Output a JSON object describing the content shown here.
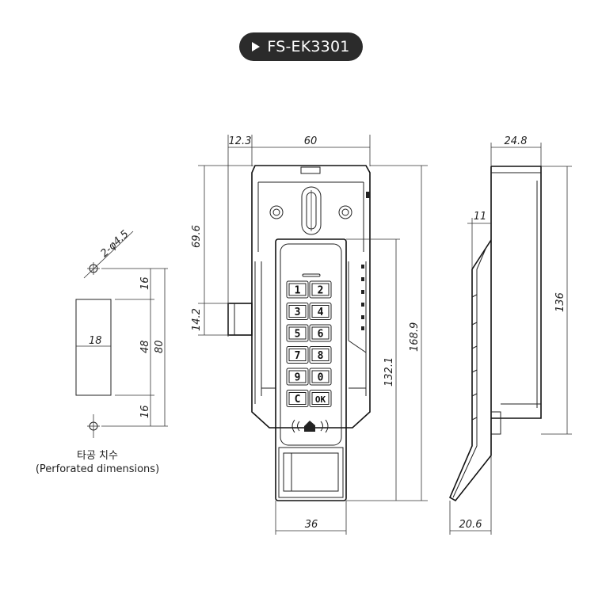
{
  "header": {
    "model": "FS-EK3301",
    "icon": "play-triangle-icon"
  },
  "front": {
    "dims": {
      "offset": "12.3",
      "width": "60",
      "upper": "69.6",
      "latch": "14.2",
      "keypad_height": "132.1",
      "total_height": "168.9",
      "bottom_width": "36"
    },
    "keys": [
      "1",
      "2",
      "3",
      "4",
      "5",
      "6",
      "7",
      "8",
      "9",
      "0",
      "C",
      "OK"
    ]
  },
  "side": {
    "dims": {
      "depth": "24.8",
      "offset": "11",
      "height": "136",
      "bottom": "20.6"
    }
  },
  "cutout": {
    "dims": {
      "hole": "2-φ4.5",
      "top_gap": "16",
      "slot_width": "18",
      "slot_height": "48",
      "total": "80",
      "bottom_gap": "16"
    },
    "caption_ko": "타공 치수",
    "caption_en": "(Perforated dimensions)"
  }
}
